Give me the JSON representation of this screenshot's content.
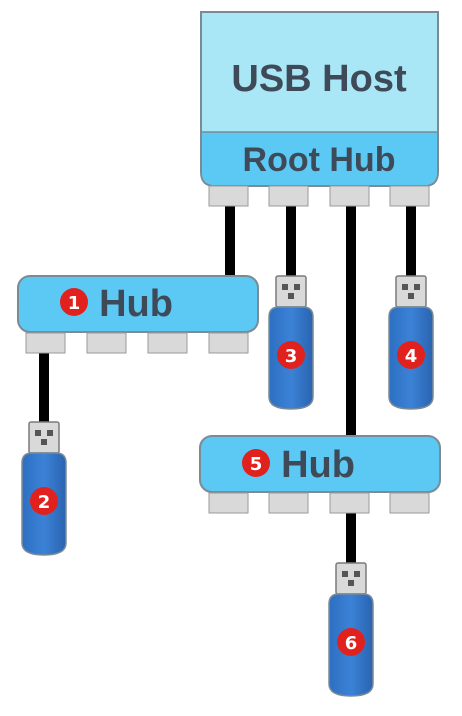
{
  "host": {
    "title": "USB Host",
    "root_hub_label": "Root Hub"
  },
  "hubs": [
    {
      "number": "1",
      "label": "Hub"
    },
    {
      "number": "5",
      "label": "Hub"
    }
  ],
  "devices": [
    {
      "number": "2"
    },
    {
      "number": "3"
    },
    {
      "number": "4"
    },
    {
      "number": "6"
    }
  ],
  "colors": {
    "host_fill": "#a9e7f7",
    "root_hub_fill": "#5cc8f4",
    "hub_fill": "#5cc8f4",
    "port_fill": "#d9d9d9",
    "cable": "#000000",
    "drive_body": "#3b82d6",
    "badge": "#e0211d",
    "text": "#3e4a57"
  }
}
